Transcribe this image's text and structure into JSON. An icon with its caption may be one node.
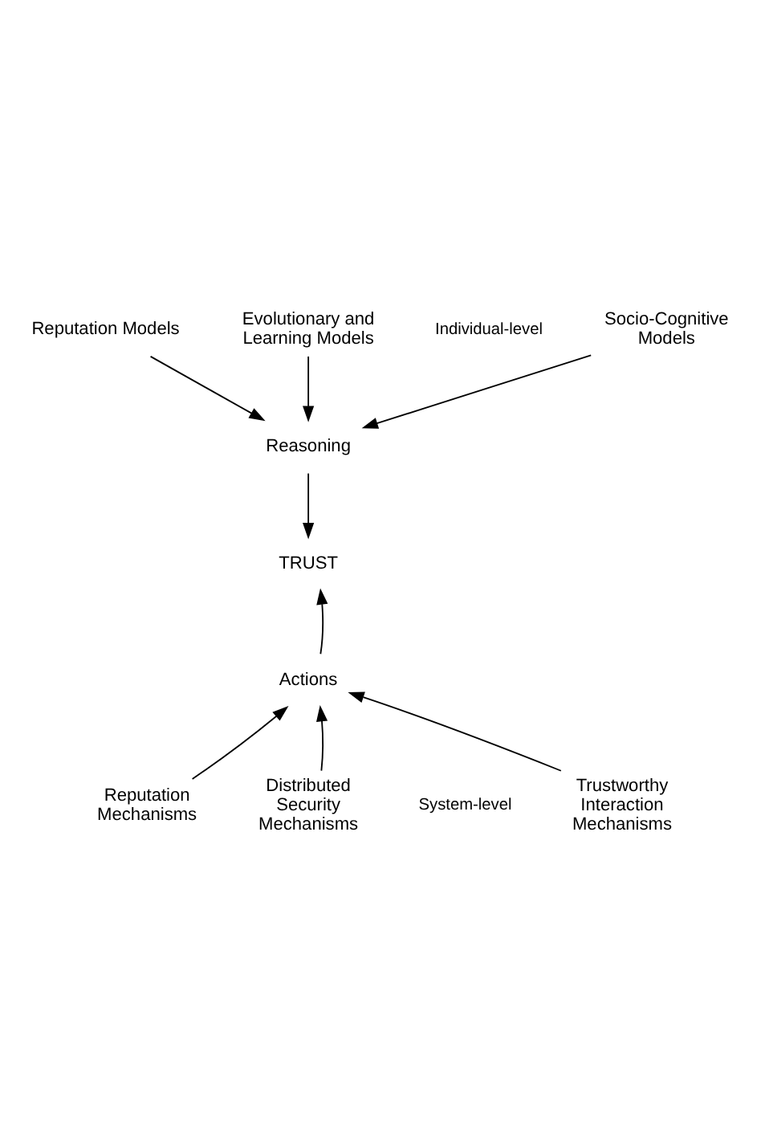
{
  "diagram": {
    "nodes": [
      {
        "text": [
          "Socio-Cognitive Models"
        ]
      },
      {
        "text": [
          "Reputation Models"
        ]
      },
      {
        "text": [
          "Evolutionary and Learning Models"
        ]
      },
      {
        "text": [
          "Reasoning"
        ]
      },
      {
        "text": [
          "TRUST"
        ]
      },
      {
        "text": [
          "Actions"
        ]
      },
      {
        "text": [
          "Trustworthy Interaction Mechanisms"
        ]
      },
      {
        "text": [
          "Reputation Mechanisms"
        ]
      },
      {
        "text": [
          "Distributed Security Mechanisms"
        ]
      }
    ],
    "edges": [
      {
        "from": 0,
        "to": 3,
        "arrow": "to"
      },
      {
        "from": 1,
        "to": 3,
        "arrow": "to"
      },
      {
        "from": 2,
        "to": 3,
        "arrow": "to"
      },
      {
        "from": 3,
        "to": 4,
        "arrow": "to"
      },
      {
        "from": 5,
        "to": 4,
        "arrow": "to"
      },
      {
        "from": 6,
        "to": 5,
        "arrow": "to"
      },
      {
        "from": 7,
        "to": 5,
        "arrow": "to"
      },
      {
        "from": 8,
        "to": 5,
        "arrow": "to"
      }
    ],
    "labels": [
      "Individual-level",
      "System-level"
    ]
  }
}
